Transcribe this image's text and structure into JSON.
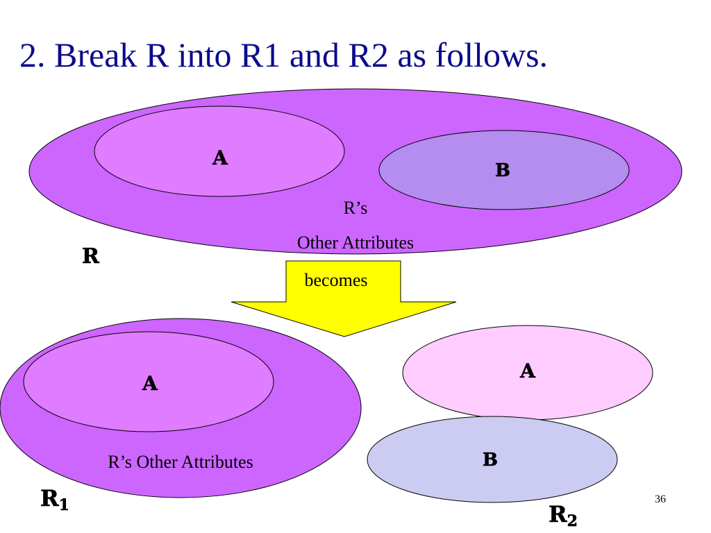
{
  "slide": {
    "title": "2. Break R into R1 and R2 as follows.",
    "page_number": "36"
  },
  "top_relation": {
    "label": "R",
    "attr_a": "A",
    "attr_b": "B",
    "other_line1": "R’s",
    "other_line2": "Other Attributes"
  },
  "arrow": {
    "label": "becomes"
  },
  "r1": {
    "label": "R",
    "subscript": "1",
    "attr_a": "A",
    "other": "R’s Other Attributes"
  },
  "r2": {
    "label": "R",
    "subscript": "2",
    "attr_a": "A",
    "attr_b": "B"
  },
  "colors": {
    "title": "#0b0b8c",
    "relation_fill": "#cc66ff",
    "attr_a_fill": "#e07cff",
    "attr_b_fill": "#b58cf0",
    "r2_a_fill": "#ffccff",
    "r2_b_fill": "#ccccf2",
    "arrow_fill": "#ffff00"
  }
}
